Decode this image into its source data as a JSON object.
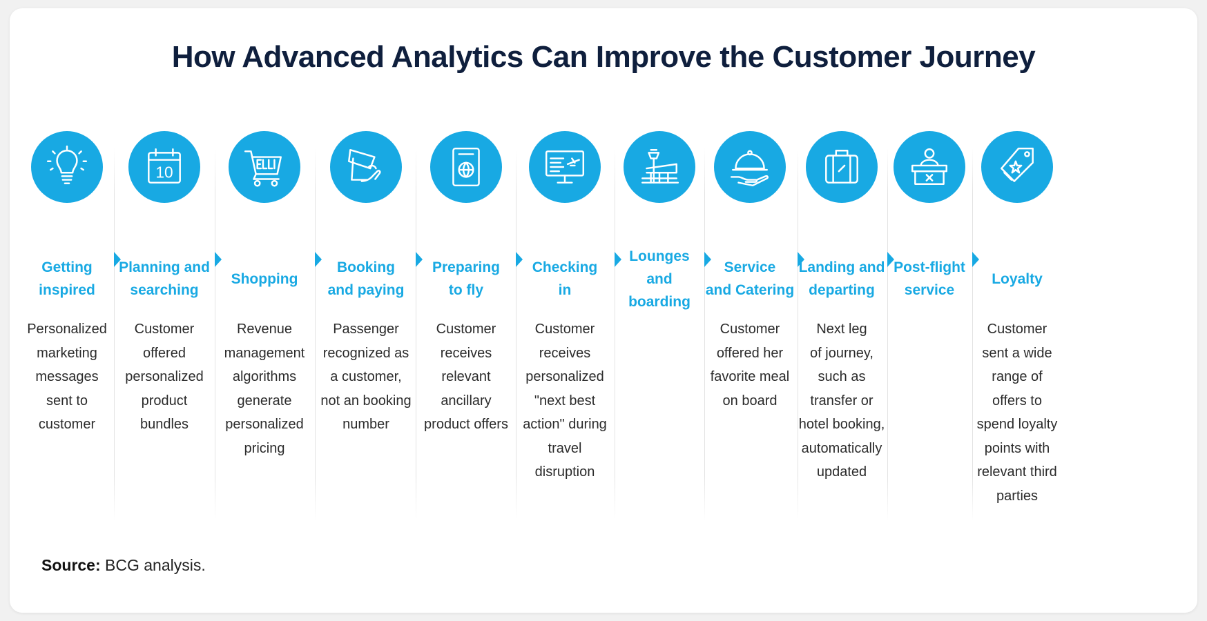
{
  "title": "How Advanced Analytics Can Improve the Customer Journey",
  "accent_color": "#18a9e3",
  "title_color": "#0f1f3d",
  "source": {
    "label": "Source:",
    "text": "BCG analysis."
  },
  "stages": [
    {
      "id": "getting-inspired",
      "icon": "lightbulb-icon",
      "label": [
        "Getting",
        "inspired"
      ],
      "description": [
        "Personalized",
        "marketing",
        "messages",
        "sent to",
        "customer"
      ]
    },
    {
      "id": "planning-and-searching",
      "icon": "calendar-icon",
      "icon_text": "10",
      "label": [
        "Planning and",
        "searching"
      ],
      "description": [
        "Customer",
        "offered",
        "personalized",
        "product",
        "bundles"
      ]
    },
    {
      "id": "shopping",
      "icon": "shopping-cart-icon",
      "label": [
        "Shopping"
      ],
      "description": [
        "Revenue",
        "management",
        "algorithms",
        "generate",
        "personalized",
        "pricing"
      ]
    },
    {
      "id": "booking-and-paying",
      "icon": "card-payment-icon",
      "label": [
        "Booking",
        "and paying"
      ],
      "description": [
        "Passenger",
        "recognized as",
        "a customer,",
        "not an booking",
        "number"
      ]
    },
    {
      "id": "preparing-to-fly",
      "icon": "passport-icon",
      "label": [
        "Preparing",
        "to fly"
      ],
      "description": [
        "Customer",
        "receives",
        "relevant",
        "ancillary",
        "product offers"
      ]
    },
    {
      "id": "checking-in",
      "icon": "monitor-plane-icon",
      "label": [
        "Checking",
        "in"
      ],
      "description": [
        "Customer",
        "receives",
        "personalized",
        "\"next best",
        "action\" during",
        "travel",
        "disruption"
      ]
    },
    {
      "id": "lounges-and-boarding",
      "icon": "airport-tower-icon",
      "label": [
        "Lounges",
        "and",
        "boarding"
      ],
      "description": []
    },
    {
      "id": "service-and-catering",
      "icon": "serving-cloche-icon",
      "label": [
        "Service",
        "and Catering"
      ],
      "description": [
        "Customer",
        "offered her",
        "favorite meal",
        "on board"
      ]
    },
    {
      "id": "landing-and-departing",
      "icon": "luggage-icon",
      "label": [
        "Landing and",
        "departing"
      ],
      "description": [
        "Next leg",
        "of journey,",
        "such as",
        "transfer or",
        "hotel booking,",
        "automatically",
        "updated"
      ]
    },
    {
      "id": "post-flight-service",
      "icon": "service-desk-icon",
      "label": [
        "Post-flight",
        "service"
      ],
      "description": []
    },
    {
      "id": "loyalty",
      "icon": "loyalty-tag-icon",
      "label": [
        "Loyalty"
      ],
      "description": [
        "Customer",
        "sent a wide",
        "range of",
        "offers to",
        "spend loyalty",
        "points with",
        "relevant third",
        "parties"
      ]
    }
  ]
}
